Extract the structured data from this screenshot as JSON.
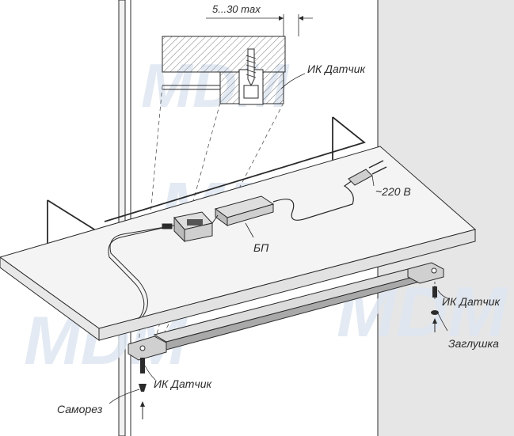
{
  "labels": {
    "dimension": "5...30 max",
    "ir_sensor_top": "ИК Датчик",
    "voltage": "~220 В",
    "power_supply": "БП",
    "ir_sensor_right": "ИК Датчик",
    "end_cap": "Заглушка",
    "ir_sensor_bottom": "ИК Датчик",
    "screw": "Саморез"
  },
  "watermark": "MDM",
  "colors": {
    "line": "#2b2b2b",
    "shelf_fill": "#f4f4f4",
    "wall_fill": "#e6e6e6",
    "profile_fill": "#b9b9b9",
    "hatch": "#555555",
    "watermark": "#dfe7f1"
  }
}
